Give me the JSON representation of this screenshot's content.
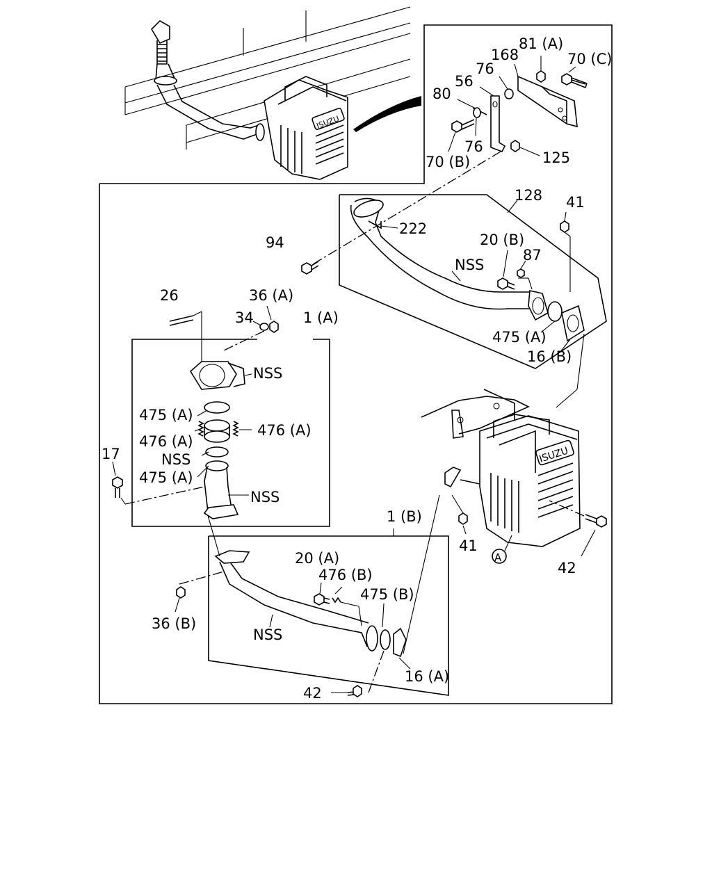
{
  "labels": {
    "l81a": "81 (A)",
    "l70c": "70 (C)",
    "l168": "168",
    "l76a": "76",
    "l56": "56",
    "l80": "80",
    "l76b": "76",
    "l70b": "70 (B)",
    "l125": "125",
    "l128": "128",
    "l41a": "41",
    "l222": "222",
    "l94": "94",
    "l20b": "20 (B)",
    "l87": "87",
    "nss1": "NSS",
    "l475a1": "475 (A)",
    "l16b": "16 (B)",
    "l26": "26",
    "l36a": "36 (A)",
    "l34": "34",
    "l1a": "1 (A)",
    "nss2": "NSS",
    "l475a2": "475 (A)",
    "l476a1": "476 (A)",
    "l476a2": "476 (A)",
    "nss3": "NSS",
    "l475a3": "475 (A)",
    "l17": "17",
    "nss4": "NSS",
    "l1b": "1 (B)",
    "l20a": "20 (A)",
    "l476b": "476 (B)",
    "l475b": "475 (B)",
    "l36b": "36 (B)",
    "nss5": "NSS",
    "l16a": "16 (A)",
    "l42a": "42",
    "l41b": "41",
    "l42b": "42",
    "circleA": "A",
    "brand1": "ISUZU",
    "brand2": "ISUZU"
  }
}
